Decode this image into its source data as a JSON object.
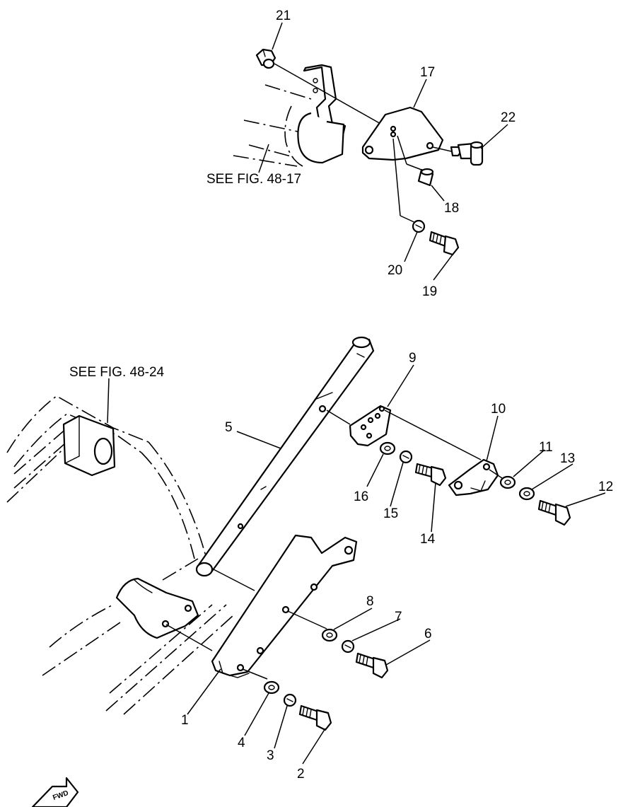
{
  "references": {
    "upper": "SEE FIG. 48-17",
    "lower": "SEE FIG. 48-24"
  },
  "callouts": {
    "p1": "1",
    "p2": "2",
    "p3": "3",
    "p4": "4",
    "p5": "5",
    "p6": "6",
    "p7": "7",
    "p8": "8",
    "p9": "9",
    "p10": "10",
    "p11": "11",
    "p12": "12",
    "p13": "13",
    "p14": "14",
    "p15": "15",
    "p16": "16",
    "p17": "17",
    "p18": "18",
    "p19": "19",
    "p20": "20",
    "p21": "21",
    "p22": "22"
  },
  "fwd_mark": "FWD"
}
